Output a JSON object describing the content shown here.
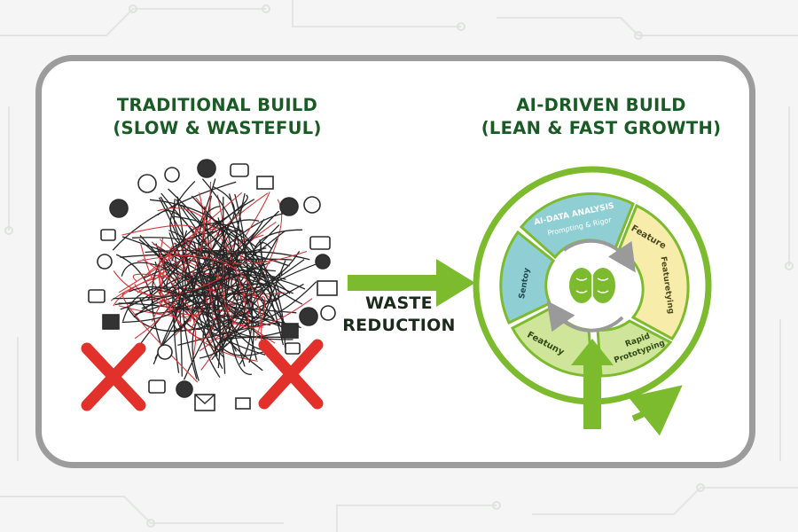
{
  "left": {
    "title_line1": "TRADITIONAL BUILD",
    "title_line2": "(SLOW & WASTEFUL)"
  },
  "middle": {
    "label_line1": "WASTE",
    "label_line2": "REDUCTION"
  },
  "right": {
    "title_line1": "AI-DRIVEN BUILD",
    "title_line2": "(LEAN & FAST GROWTH)",
    "segments": {
      "top_title": "AI-DATA ANALYSIS",
      "top_sub": "Prompting & Rigor",
      "right_top": "Feature",
      "right_side": "Featuretying",
      "bottom_right_line1": "Rapid",
      "bottom_right_line2": "Prototyping",
      "bottom_left": "Featuny",
      "left": "Sentoy"
    }
  },
  "colors": {
    "title_green": "#1a5a25",
    "accent_green": "#7cbb2e",
    "segment_teal": "#8fcfd4",
    "segment_yellow": "#f7ecaa",
    "segment_lime": "#cfe69a",
    "cross_red": "#e2312a"
  }
}
